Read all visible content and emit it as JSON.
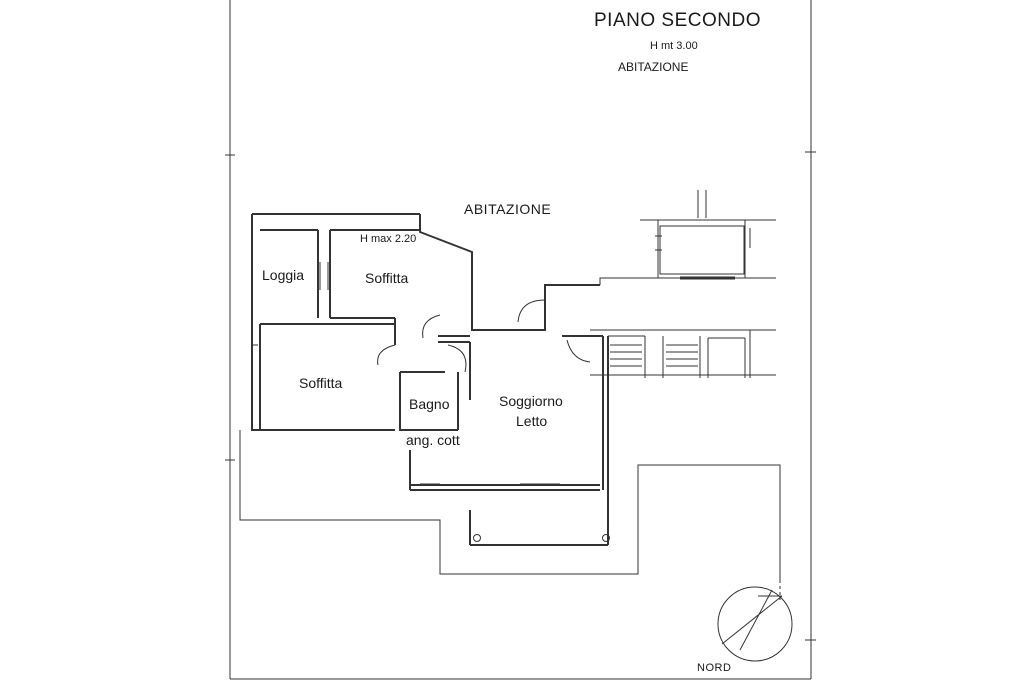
{
  "sheet": {
    "title": "PIANO SECONDO",
    "height": "H mt 3.00",
    "subtitle": "ABITAZIONE"
  },
  "plan": {
    "header_label": "ABITAZIONE",
    "ceiling_note": "H max 2.20",
    "rooms": {
      "loggia": "Loggia",
      "soffitta_top": "Soffitta",
      "soffitta_bottom": "Soffitta",
      "bagno": "Bagno",
      "soggiorno": "Soggiorno",
      "letto": "Letto",
      "angolo_cottura": "ang. cott"
    }
  },
  "compass": {
    "label": "NORD"
  }
}
